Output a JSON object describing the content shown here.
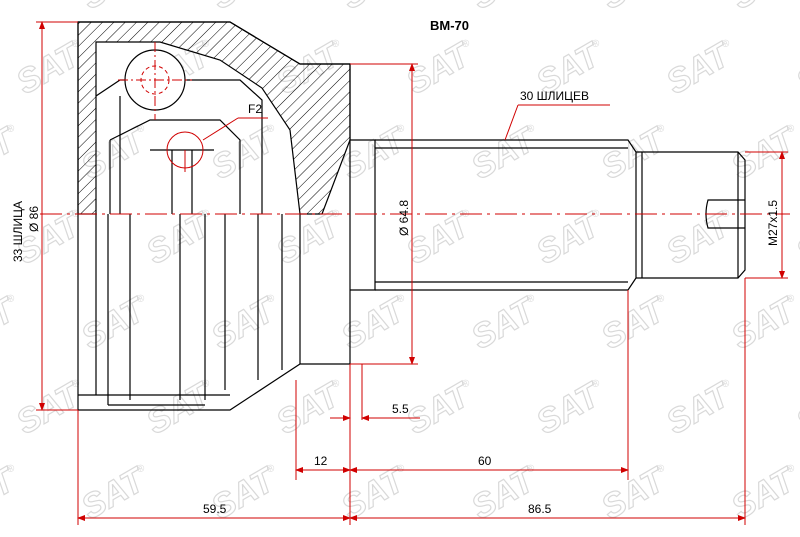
{
  "title": "BM-70",
  "labels": {
    "splines_shaft": "30 ШЛИЦЕВ",
    "splines_housing": "33 ШЛИЦА",
    "outer_diameter": "Ø 86",
    "shaft_diameter": "Ø 64.8",
    "thread": "M27x1.5",
    "detail": "F2"
  },
  "dimensions": {
    "d_5_5": "5.5",
    "d_12": "12",
    "d_60": "60",
    "d_59_5": "59.5",
    "d_86_5": "86.5"
  },
  "watermark": {
    "text": "SAT",
    "mark": "®",
    "color": "#d9d9d9"
  },
  "colors": {
    "outline": "#000000",
    "dimension": "#d00000"
  }
}
